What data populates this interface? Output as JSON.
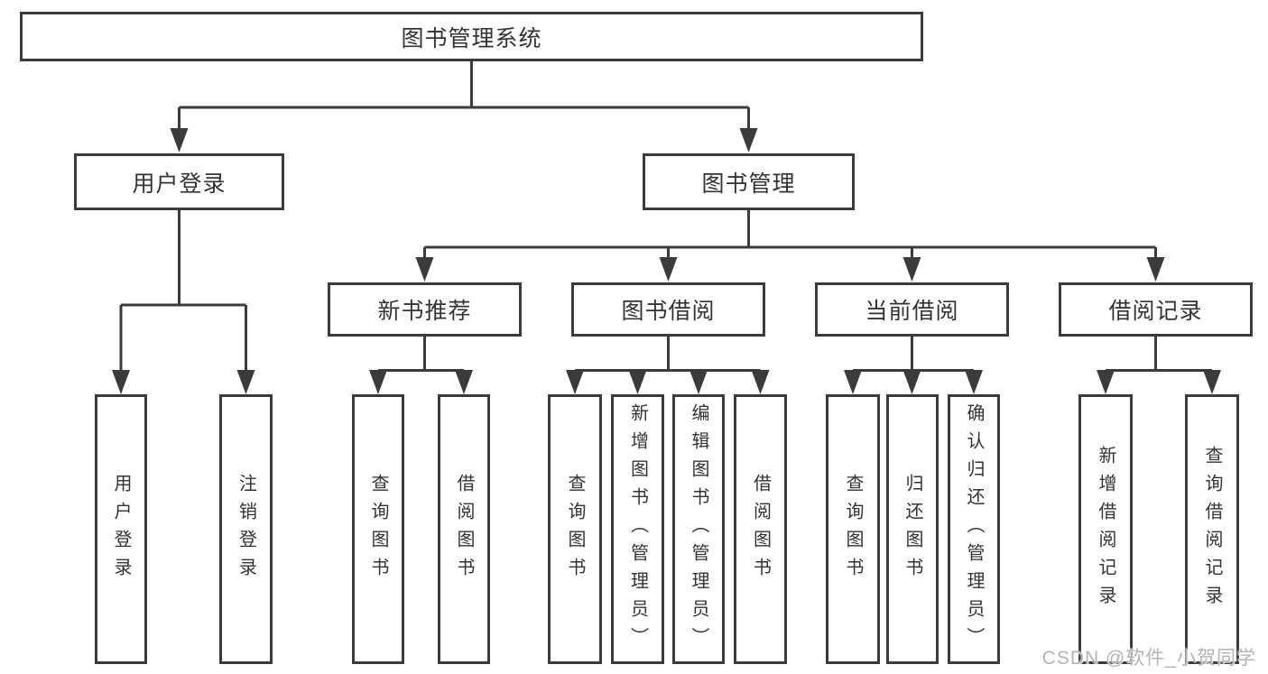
{
  "tree": {
    "label": "图书管理系统",
    "children": [
      {
        "label": "用户登录",
        "children": [
          {
            "label": "用户登录"
          },
          {
            "label": "注销登录"
          }
        ]
      },
      {
        "label": "图书管理",
        "children": [
          {
            "label": "新书推荐",
            "children": [
              {
                "label": "查询图书"
              },
              {
                "label": "借阅图书"
              }
            ]
          },
          {
            "label": "图书借阅",
            "children": [
              {
                "label": "查询图书"
              },
              {
                "label": "新增图书（管理员）"
              },
              {
                "label": "编辑图书（管理员）"
              },
              {
                "label": "借阅图书"
              }
            ]
          },
          {
            "label": "当前借阅",
            "children": [
              {
                "label": "查询图书"
              },
              {
                "label": "归还图书"
              },
              {
                "label": "确认归还（管理员）"
              }
            ]
          },
          {
            "label": "借阅记录",
            "children": [
              {
                "label": "新增借阅记录"
              },
              {
                "label": "查询借阅记录"
              }
            ]
          }
        ]
      }
    ]
  },
  "watermark": "CSDN @软件_小贺同学",
  "colors": {
    "line": "#3b3b3b",
    "text": "#333333",
    "box_background": "#ffffff",
    "page_background": "#ffffff",
    "watermark_text": "#b3b3b3"
  }
}
